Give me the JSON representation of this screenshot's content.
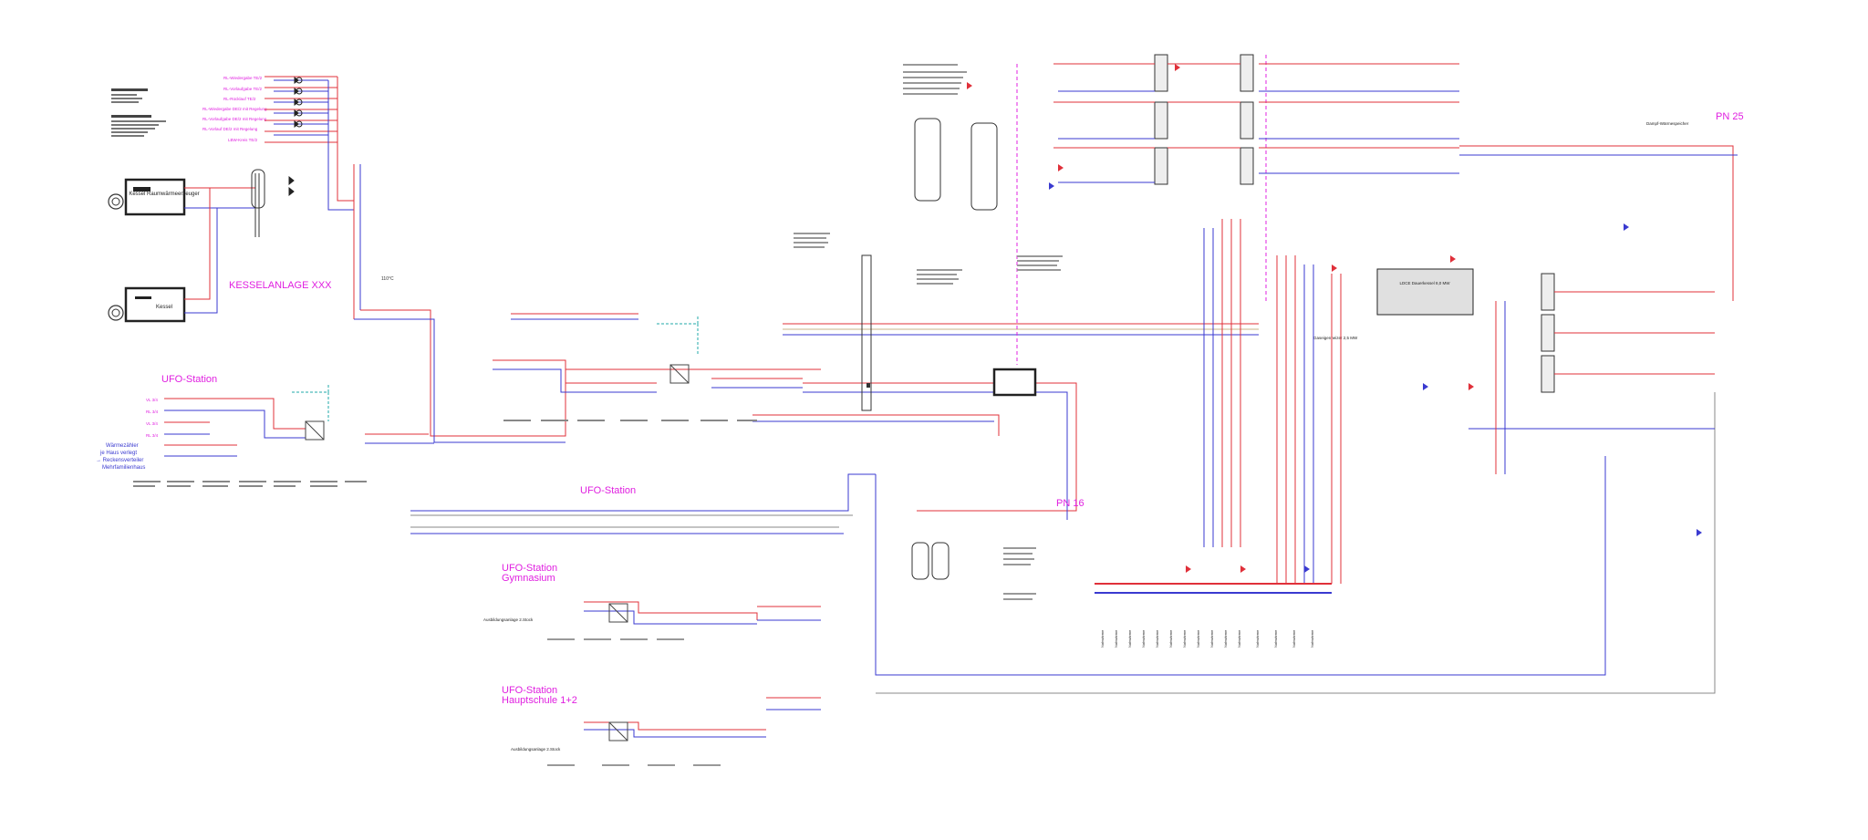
{
  "colors": {
    "supply": "#e0303a",
    "return": "#3a3ad0",
    "label_accent": "#e020e0",
    "line_dark": "#333333",
    "line_grey": "#888888",
    "tan": "#c9b38a"
  },
  "titles": {
    "kessel": "KESSELANLAGE XXX",
    "ufo_left": "UFO-Station",
    "ufo_center": "UFO-Station",
    "ufo_gym_1": "UFO-Station",
    "ufo_gym_2": "Gymnasium",
    "ufo_haupt_1": "UFO-Station",
    "ufo_haupt_2": "Hauptschule 1+2",
    "pn25": "PN 25",
    "pn16": "PN 16"
  },
  "boilers": {
    "boiler1_label": "Kessel Raumwärmeerzeuger",
    "boiler2_label": "Kessel"
  },
  "mid_annotations": {
    "left_temp": "110°C",
    "ludc_label": "LDCE Dauerkessel 8,0 MW",
    "gas_label": "Gaseigenheizer 2,5 MW",
    "blue_left_note_1": "Wärmezähler",
    "blue_left_note_2": "je Haus verlegt",
    "blue_left_note_3": "→ Reckensverteiler",
    "blue_left_note_4": "Mehrfamilienhaus"
  },
  "legend_pn25": {
    "title": "PN 25",
    "caption": "Dampf-Wärmespeicher"
  },
  "bottom_outlets": [
    "Nahwärme",
    "Nahwärme",
    "Nahwärme",
    "Nahwärme",
    "Nahwärme",
    "Nahwärme",
    "Nahwärme",
    "Nahwärme",
    "Nahwärme",
    "Nahwärme",
    "Nahwärme",
    "Nahwärme",
    "Nahwärme",
    "Nahwärme",
    "Nahwärme"
  ],
  "magenta_left_labels": [
    "RL-Wiedergabe TE/2",
    "RL-Vorlaufgabe TE/2",
    "RL-Rücklauf TE/2",
    "RL-Wiedergabe DE/2 mit Regelung",
    "RL-Vorlaufgabe DE/2 mit Regelung",
    "RL-Vorlauf DE/2 mit Regelung",
    "LBW-Kreis TE/2"
  ],
  "ufo_left_inputs": [
    "VL 3/4",
    "RL 3/4",
    "VL 3/4",
    "RL 3/4"
  ],
  "ufo_gym_notes": [
    "Ausbildungsanlage 2.Stock",
    "Ausbildungsanlage 2.Stock"
  ]
}
